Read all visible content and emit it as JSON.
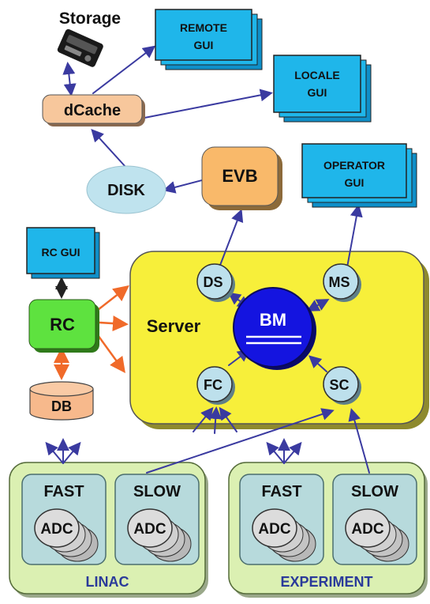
{
  "nodes": {
    "storage": "Storage",
    "remote_gui": [
      "REMOTE",
      "GUI"
    ],
    "locale_gui": [
      "LOCALE",
      "GUI"
    ],
    "dcache": "dCache",
    "evb": "EVB",
    "disk": "DISK",
    "operator_gui": [
      "OPERATOR",
      "GUI"
    ],
    "rc_gui": "RC GUI",
    "rc": "RC",
    "db": "DB",
    "server": "Server",
    "ds": "DS",
    "ms": "MS",
    "bm": "BM",
    "fc": "FC",
    "sc": "SC"
  },
  "groups": [
    {
      "label": "LINAC",
      "fast": "FAST",
      "slow": "SLOW",
      "adc": "ADC"
    },
    {
      "label": "EXPERIMENT",
      "fast": "FAST",
      "slow": "SLOW",
      "adc": "ADC"
    }
  ],
  "colors": {
    "gui_fill": "#1fb6ea",
    "dcache_fill": "#f7c79c",
    "evb_fill": "#f9b96a",
    "disk_fill": "#bfe3ee",
    "rc_fill": "#5ee23f",
    "db_fill": "#f7b98c",
    "server_fill": "#f7ef3a",
    "bm_fill": "#1414e0",
    "module_fill": "#bde0ec",
    "group_fill": "#dbf0b2",
    "link_blue": "#3a3aa0",
    "link_orange": "#f06a2a",
    "group_label": "#2a3a9a"
  }
}
